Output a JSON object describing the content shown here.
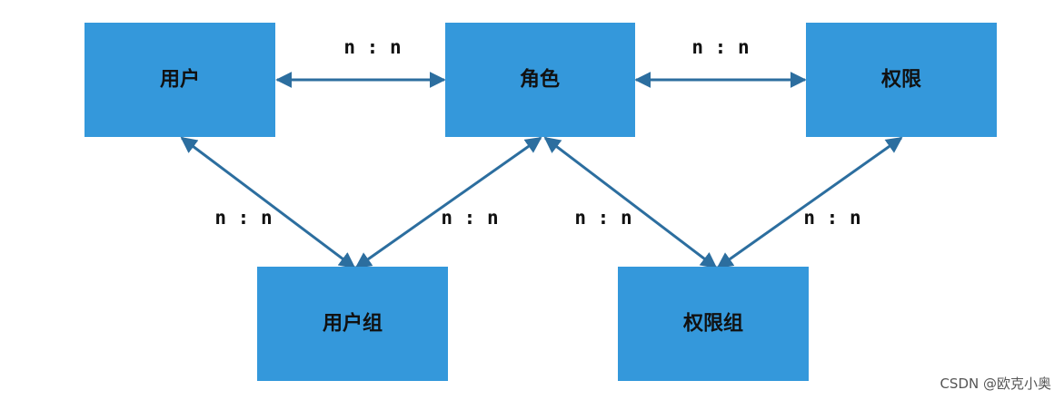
{
  "nodes": {
    "user": "用户",
    "role": "角色",
    "permission": "权限",
    "user_group": "用户组",
    "permission_group": "权限组"
  },
  "edges": {
    "user_role": "n : n",
    "role_permission": "n : n",
    "user_user_group": "n : n",
    "role_user_group": "n : n",
    "role_permission_group": "n : n",
    "permission_permission_group": "n : n"
  },
  "colors": {
    "node_fill": "#3498db",
    "arrow": "#2c6e9f"
  },
  "watermark": "CSDN @欧克小奥"
}
